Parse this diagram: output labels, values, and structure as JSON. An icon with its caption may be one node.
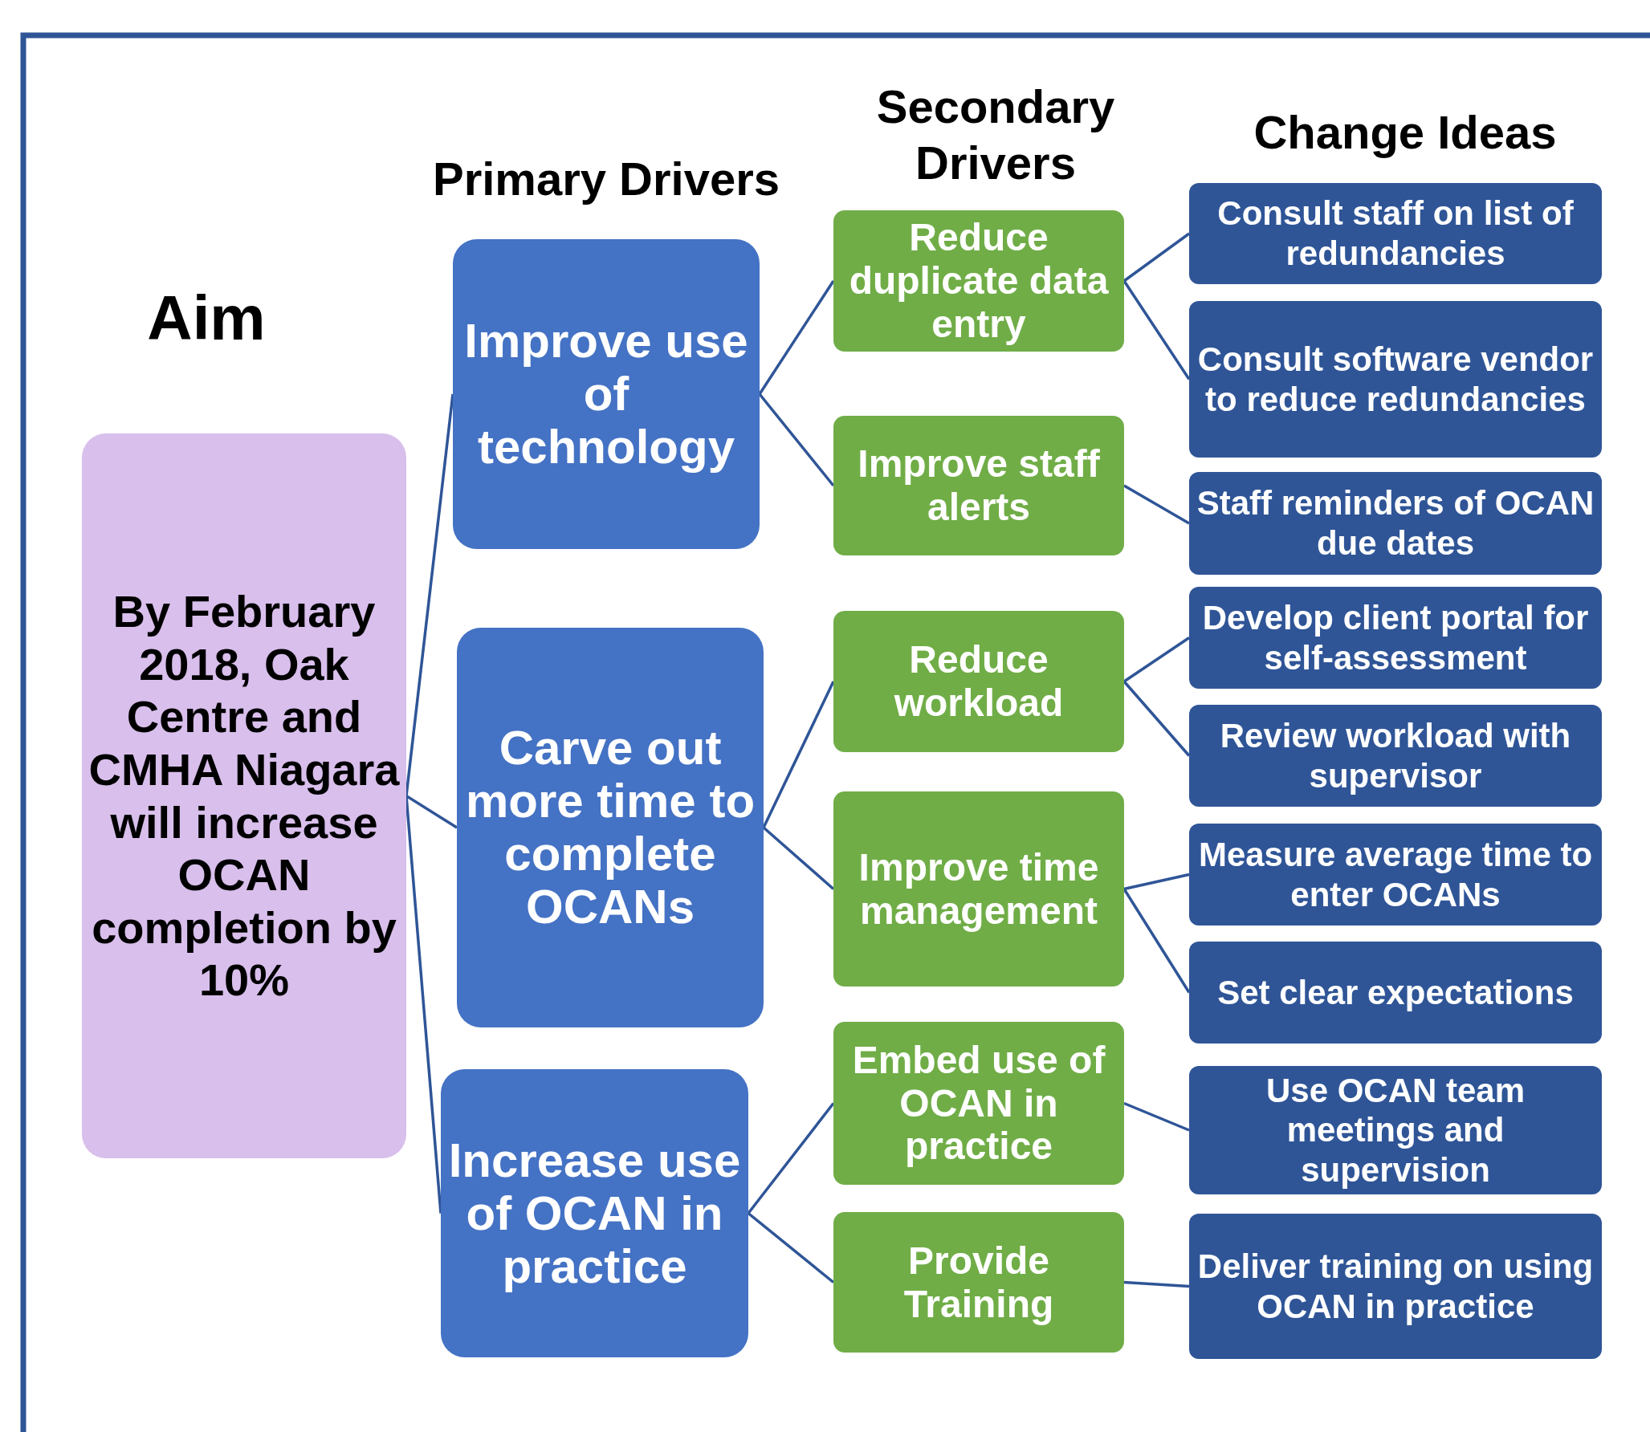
{
  "diagram": {
    "nodes": [
      {
        "text": [
          "By February 2018, Oak Centre and CMHA Niagara will increase OCAN completion by 10%"
        ]
      },
      {
        "text": [
          "Improve use of technology"
        ]
      },
      {
        "text": [
          "Carve out more time to complete OCANs"
        ]
      },
      {
        "text": [
          "Increase use of OCAN in practice"
        ]
      },
      {
        "text": [
          "Reduce duplicate data entry"
        ]
      },
      {
        "text": [
          "Improve staff alerts"
        ]
      },
      {
        "text": [
          "Reduce workload"
        ]
      },
      {
        "text": [
          "Improve time management"
        ]
      },
      {
        "text": [
          "Embed use of OCAN in practice"
        ]
      },
      {
        "text": [
          "Provide Training"
        ]
      },
      {
        "text": [
          "Consult staff on list of redundancies"
        ]
      },
      {
        "text": [
          "Consult software vendor to reduce redundancies"
        ]
      },
      {
        "text": [
          "Staff reminders of OCAN due dates"
        ]
      },
      {
        "text": [
          "Develop client portal for self-assessment"
        ]
      },
      {
        "text": [
          "Review workload with supervisor"
        ]
      },
      {
        "text": [
          "Measure average time to enter OCANs"
        ]
      },
      {
        "text": [
          "Set clear expectations"
        ]
      },
      {
        "text": [
          "Use OCAN team meetings and supervision"
        ]
      },
      {
        "text": [
          "Deliver training on using OCAN in practice"
        ]
      }
    ],
    "edges": [
      {
        "from": 0,
        "to": 1,
        "arrow": "none"
      },
      {
        "from": 0,
        "to": 2,
        "arrow": "none"
      },
      {
        "from": 0,
        "to": 3,
        "arrow": "none"
      },
      {
        "from": 1,
        "to": 4,
        "arrow": "none"
      },
      {
        "from": 1,
        "to": 5,
        "arrow": "none"
      },
      {
        "from": 2,
        "to": 6,
        "arrow": "none"
      },
      {
        "from": 2,
        "to": 7,
        "arrow": "none"
      },
      {
        "from": 3,
        "to": 8,
        "arrow": "none"
      },
      {
        "from": 3,
        "to": 9,
        "arrow": "none"
      },
      {
        "from": 4,
        "to": 10,
        "arrow": "none"
      },
      {
        "from": 4,
        "to": 11,
        "arrow": "none"
      },
      {
        "from": 5,
        "to": 12,
        "arrow": "none"
      },
      {
        "from": 6,
        "to": 13,
        "arrow": "none"
      },
      {
        "from": 6,
        "to": 14,
        "arrow": "none"
      },
      {
        "from": 7,
        "to": 15,
        "arrow": "none"
      },
      {
        "from": 7,
        "to": 16,
        "arrow": "none"
      },
      {
        "from": 8,
        "to": 17,
        "arrow": "none"
      },
      {
        "from": 9,
        "to": 18,
        "arrow": "none"
      }
    ],
    "labels": [
      "Aim",
      "Primary Drivers",
      "Secondary Drivers",
      "Change Ideas"
    ]
  }
}
